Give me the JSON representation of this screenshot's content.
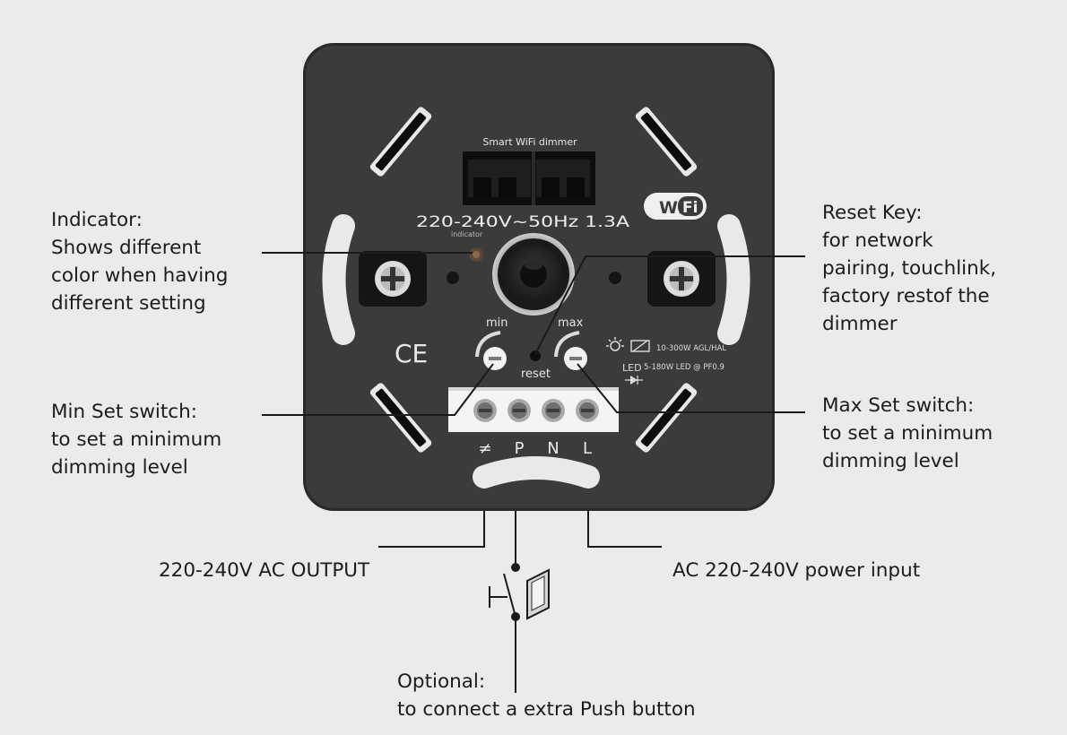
{
  "device": {
    "top_label": "Smart WiFi dimmer",
    "rating": "220-240V~50Hz 1.3A",
    "indicator_label": "indicator",
    "wifi_left": "Wi",
    "wifi_right": "Fi",
    "min_label": "min",
    "max_label": "max",
    "reset_label": "reset",
    "ce_mark": "CE",
    "spec_line1": "10-300W AGL/HAL",
    "spec_led": "LED",
    "spec_line2": "5-180W LED @ PF0.9",
    "terminals": [
      "≠",
      "P",
      "N",
      "L"
    ]
  },
  "callouts": {
    "indicator": "Indicator:\nShows different\ncolor when having\ndifferent setting",
    "reset_key": "Reset Key:\nfor network\npairing, touchlink,\nfactory restof the\ndimmer",
    "min_set": "Min Set switch:\nto set a minimum\ndimming level",
    "max_set": "Max Set switch:\nto set a minimum\ndimming level",
    "ac_output": "220-240V AC OUTPUT",
    "power_input": "AC 220-240V power input",
    "optional": "Optional:\nto connect a extra Push button"
  },
  "colors": {
    "background": "#ebebeb",
    "plate": "#3b3b3d",
    "plate_shadow": "#2a2a2c",
    "slot_light": "#e9e9e9",
    "text_dark": "#1c1c1c",
    "line": "#1a1a1a"
  }
}
